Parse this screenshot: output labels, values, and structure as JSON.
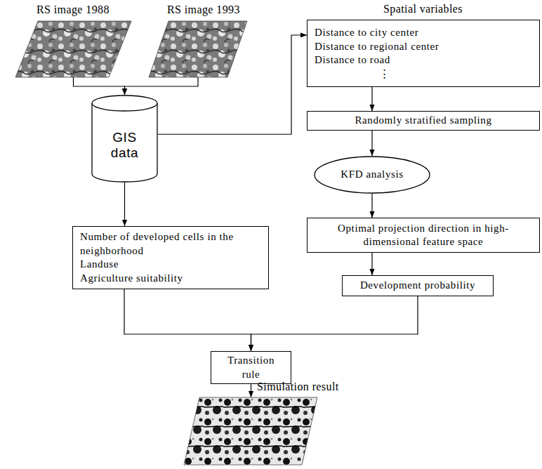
{
  "diagram": {
    "nodes": [
      {
        "text": [
          "RS image 1988"
        ]
      },
      {
        "text": [
          "RS image 1993"
        ]
      },
      {
        "text": [
          "Spatial variables",
          "Distance to city center",
          "Distance to regional center",
          "Distance to road",
          "⋮"
        ]
      },
      {
        "text": [
          "GIS data"
        ]
      },
      {
        "text": [
          "Randomly stratified sampling"
        ]
      },
      {
        "text": [
          "KFD analysis"
        ]
      },
      {
        "text": [
          "Optimal projection direction in high-dimensional feature space"
        ]
      },
      {
        "text": [
          "Number of developed cells in the neighborhood",
          "Landuse",
          "Agriculture suitability"
        ]
      },
      {
        "text": [
          "Development probability"
        ]
      },
      {
        "text": [
          "Transition rule"
        ]
      },
      {
        "text": [
          "Simulation result"
        ]
      }
    ],
    "edges": [
      {
        "from": 0,
        "to": 3,
        "arrow": "to"
      },
      {
        "from": 1,
        "to": 3,
        "arrow": "to"
      },
      {
        "from": 3,
        "to": 2,
        "arrow": "to"
      },
      {
        "from": 2,
        "to": 4,
        "arrow": "to"
      },
      {
        "from": 4,
        "to": 5,
        "arrow": "to"
      },
      {
        "from": 5,
        "to": 6,
        "arrow": "to"
      },
      {
        "from": 6,
        "to": 8,
        "arrow": "to"
      },
      {
        "from": 3,
        "to": 7,
        "arrow": "to"
      },
      {
        "from": 7,
        "to": 9,
        "arrow": "to"
      },
      {
        "from": 8,
        "to": 9,
        "arrow": "to"
      },
      {
        "from": 9,
        "to": 10,
        "arrow": "to"
      }
    ]
  }
}
